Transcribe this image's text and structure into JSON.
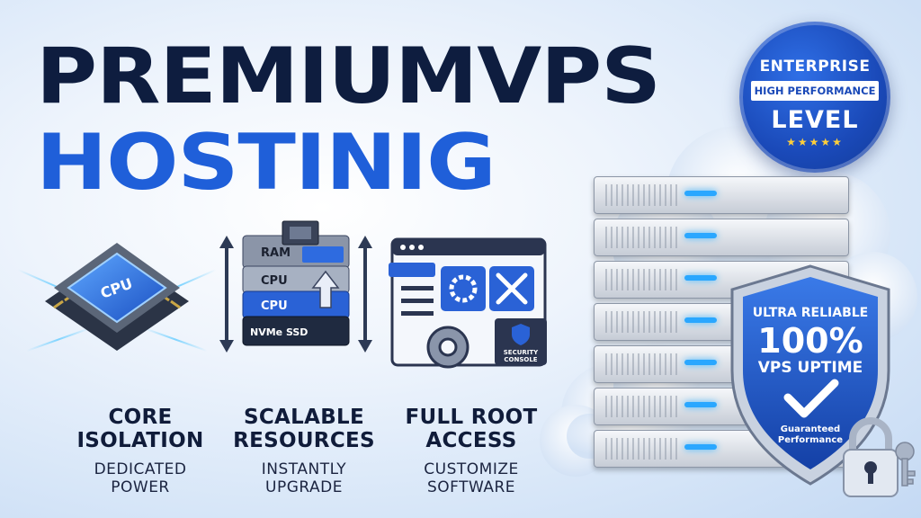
{
  "headline": {
    "line1": "PREMIUMVPS",
    "line2": "HOSTINIG"
  },
  "badge": {
    "top": "ENTERPRISE",
    "middle": "HIGH PERFORMANCE",
    "bottom": "LEVEL",
    "stars": "★★★★★"
  },
  "features": [
    {
      "title_1": "CORE",
      "title_2": "ISOLATION",
      "sub_1": "DEDICATED",
      "sub_2": "POWER",
      "chip_label": "CPU"
    },
    {
      "title_1": "SCALABLE",
      "title_2": "RESOURCES",
      "sub_1": "INSTANTLY",
      "sub_2": "UPGRADE",
      "layers": [
        "RAM",
        "CPU",
        "CPU",
        "NVMe SSD"
      ]
    },
    {
      "title_1": "FULL ROOT",
      "title_2": "ACCESS",
      "sub_1": "CUSTOMIZE",
      "sub_2": "SOFTWARE",
      "console_1": "SECURITY",
      "console_2": "CONSOLE"
    }
  ],
  "shield": {
    "line1": "ULTRA RELIABLE",
    "line2": "100%",
    "line3": "VPS UPTIME",
    "line4": "Guaranteed",
    "line5": "Performance"
  },
  "colors": {
    "navy": "#0e1d3f",
    "brand_blue": "#1f5fd9",
    "gold": "#ffcf3a"
  }
}
